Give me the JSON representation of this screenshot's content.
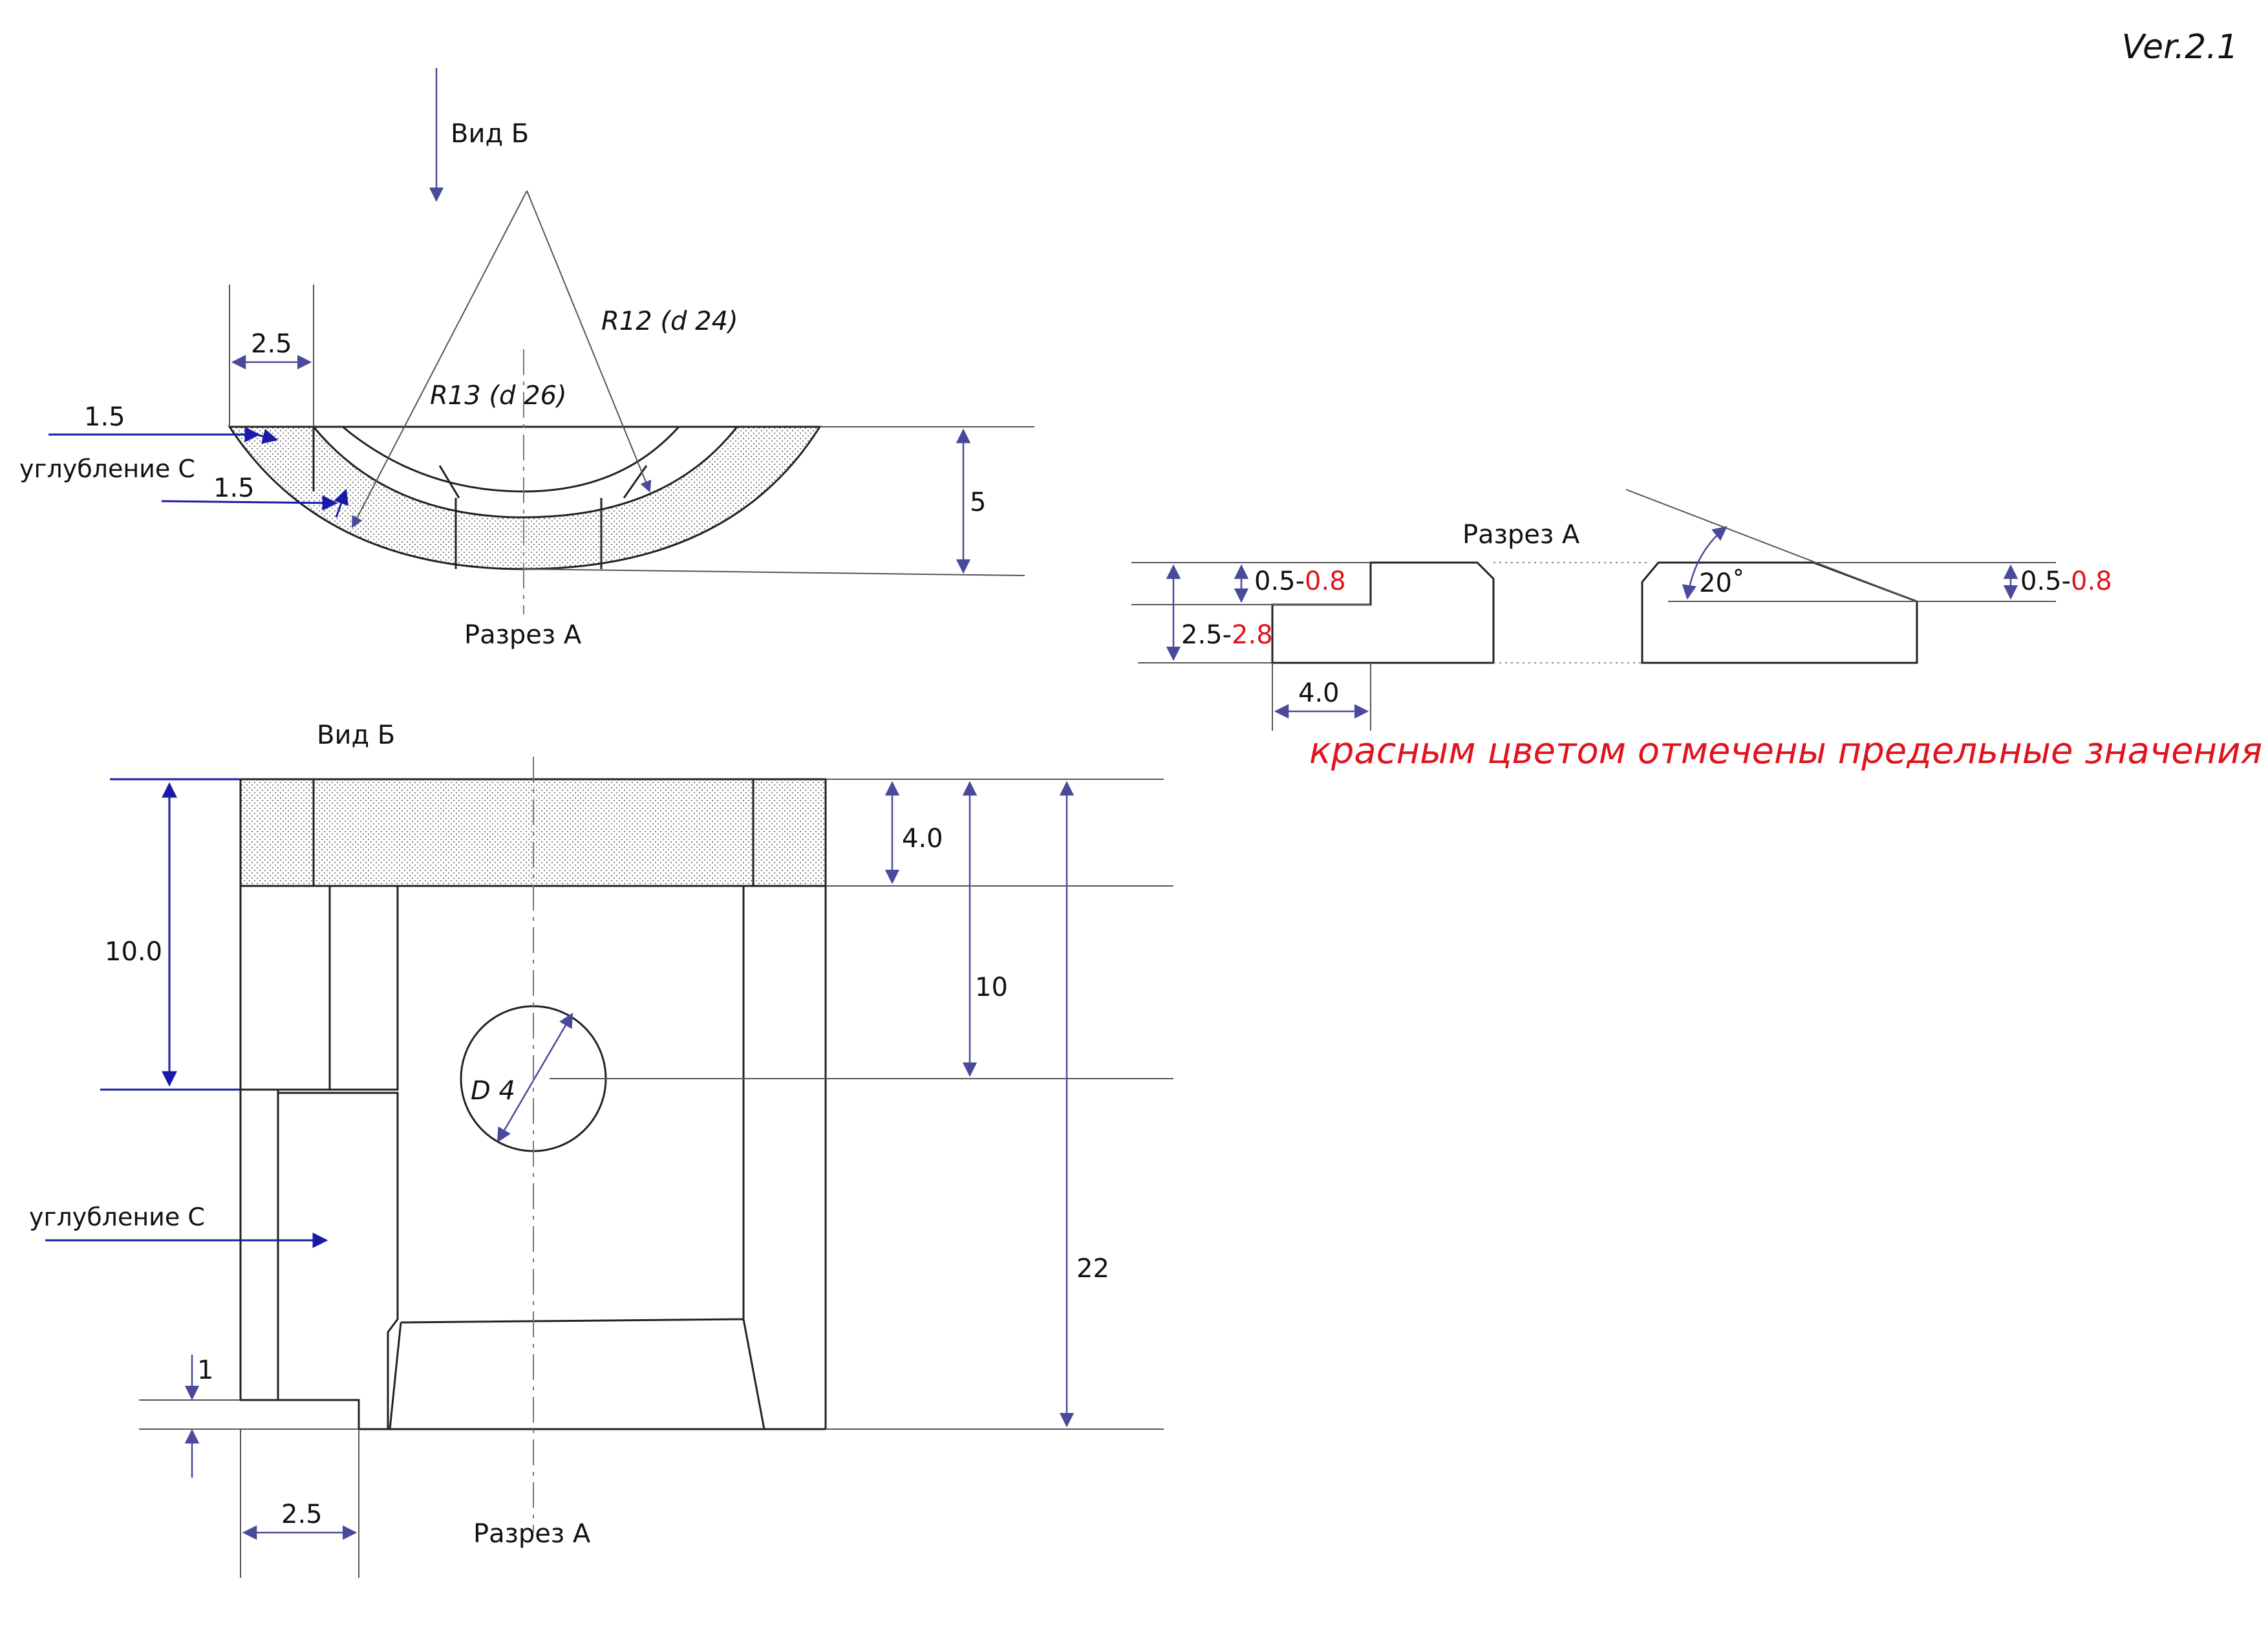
{
  "version": "Ver.2.1",
  "note": "красным цветом отмечены предельные значения",
  "colors": {
    "limit_red": "#e0141e",
    "dim_blue": "#1a1aa8",
    "line": "#222222"
  },
  "top_view": {
    "view_label": "Вид Б",
    "section_label": "Разрез А",
    "radius_outer": "R13 (d 26)",
    "radius_inner": "R12 (d 24)",
    "dim_width": "2.5",
    "dim_step_top": "1.5",
    "dim_step_bottom": "1.5",
    "recess_label": "углубление С",
    "dim_height": "5"
  },
  "section_a": {
    "title": "Разрез А",
    "dim_top_nominal": "0.5-",
    "dim_top_limit": "0.8",
    "dim_total_nominal": "2.5-",
    "dim_total_limit": "2.8",
    "dim_width": "4.0",
    "angle": "20˚",
    "dim_right_nominal": "0.5-",
    "dim_right_limit": "0.8"
  },
  "front_view": {
    "view_label": "Вид Б",
    "section_label": "Разрез А",
    "dim_left_height": "10.0",
    "dim_top_band": "4.0",
    "dim_to_hole": "10",
    "dim_total": "22",
    "hole_label": "D 4",
    "recess_label": "углубление С",
    "dim_step": "1",
    "dim_bottom_width": "2.5"
  }
}
